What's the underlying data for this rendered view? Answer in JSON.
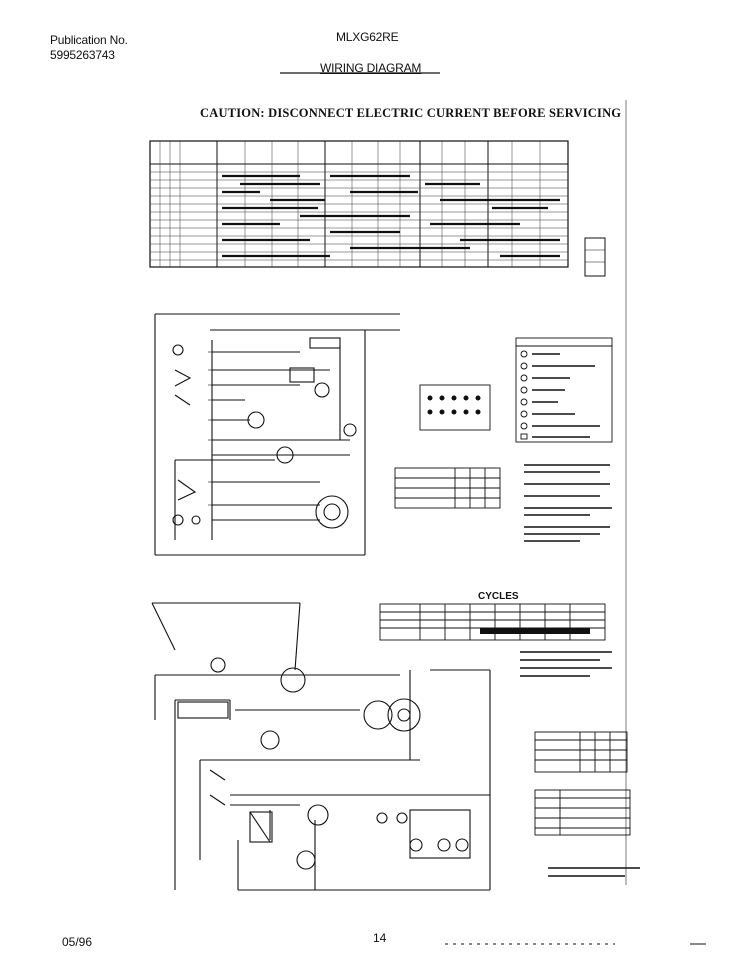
{
  "header": {
    "publication_label": "Publication No.",
    "publication_number": "5995263743",
    "model": "MLXG62RE",
    "title": "WIRING DIAGRAM"
  },
  "caution": "CAUTION: DISCONNECT ELECTRIC CURRENT BEFORE SERVICING",
  "cycles_table": {
    "title": "CYCLES"
  },
  "footer": {
    "date": "05/96",
    "page": "14"
  }
}
